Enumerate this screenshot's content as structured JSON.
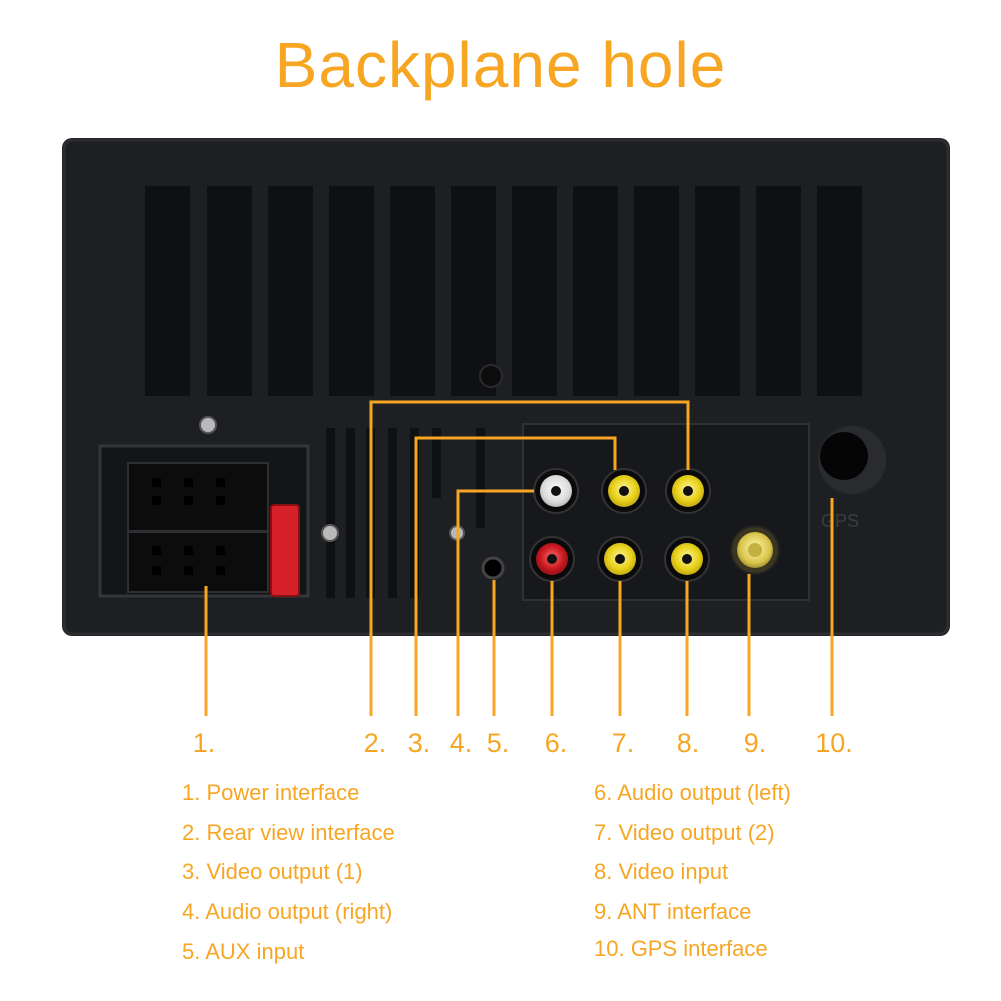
{
  "title": "Backplane hole",
  "colors": {
    "accent": "#F7A623",
    "unit_body": "#1e1f22",
    "rca_white": "#e8e8e8",
    "rca_red": "#c8191f",
    "rca_yellow": "#e8d21a",
    "fuse": "#d6202a"
  },
  "panel_labels": {
    "gps": "GPS"
  },
  "numbers": [
    "1.",
    "2.",
    "3.",
    "4.",
    "5.",
    "6.",
    "7.",
    "8.",
    "9.",
    "10."
  ],
  "legend": {
    "left": [
      "1. Power interface",
      "2. Rear view interface",
      "3. Video output (1)",
      "4. Audio output (right)",
      "5. AUX input"
    ],
    "right": [
      "6. Audio output (left)",
      "7. Video output (2)",
      "8. Video input",
      "9. ANT interface",
      "10. GPS interface"
    ]
  }
}
